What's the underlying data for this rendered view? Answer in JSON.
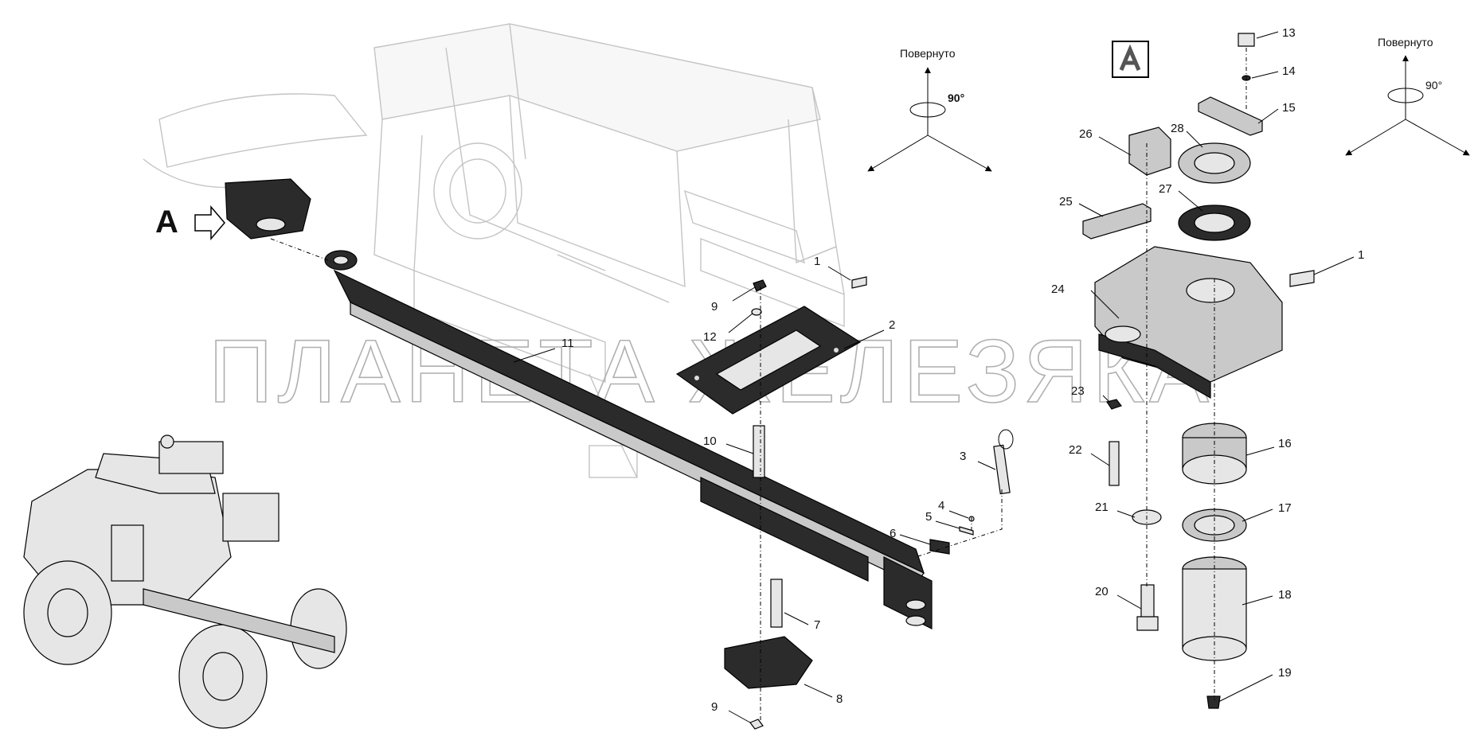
{
  "title_rotated": "Повернуто",
  "rotation_angle": "90°",
  "view_letter": "A",
  "watermark": "ПЛАНЕТА ЖЕЛЕЗЯКА",
  "callouts": {
    "c1": "1",
    "c2": "2",
    "c3": "3",
    "c4": "4",
    "c5": "5",
    "c6": "6",
    "c7": "7",
    "c8": "8",
    "c9a": "9",
    "c9b": "9",
    "c10": "10",
    "c11": "11",
    "c12": "12",
    "c13": "13",
    "c14": "14",
    "c15": "15",
    "c16": "16",
    "c17": "17",
    "c18": "18",
    "c19": "19",
    "c20": "20",
    "c21": "21",
    "c22": "22",
    "c23": "23",
    "c24": "24",
    "c25": "25",
    "c26": "26",
    "c27": "27",
    "c28": "28",
    "c1b": "1"
  },
  "colors": {
    "part_dark": "#2b2b2b",
    "ghost": "#c4c4c4",
    "watermark": "#b0b0b0"
  }
}
